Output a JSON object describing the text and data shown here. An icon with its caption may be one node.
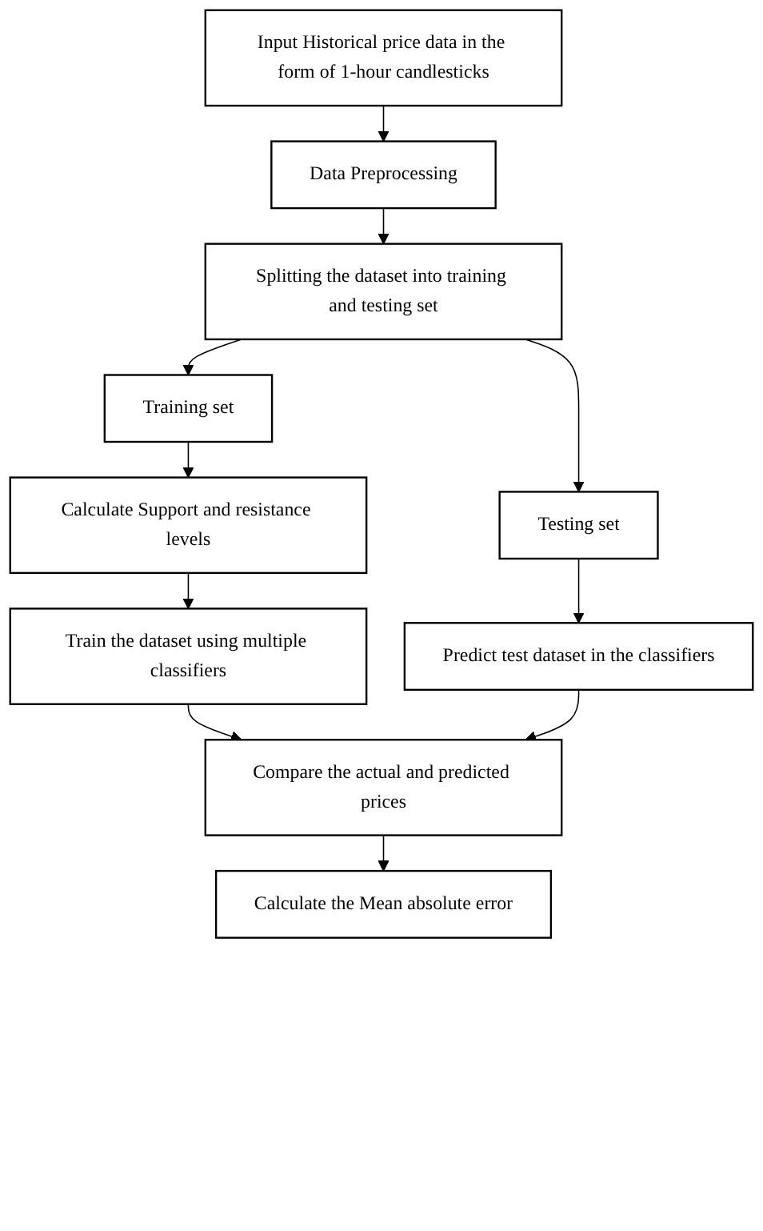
{
  "diagram": {
    "nodes": [
      {
        "text": [
          "Input Historical price data in the form of 1-hour candlesticks"
        ]
      },
      {
        "text": [
          "Data Preprocessing"
        ]
      },
      {
        "text": [
          "Splitting the dataset into training and testing set"
        ]
      },
      {
        "text": [
          "Training set"
        ]
      },
      {
        "text": [
          "Testing set"
        ]
      },
      {
        "text": [
          "Calculate Support and resistance levels"
        ]
      },
      {
        "text": [
          "Train the dataset using multiple classifiers"
        ]
      },
      {
        "text": [
          "Predict test dataset in the classifiers"
        ]
      },
      {
        "text": [
          "Compare the actual and predicted prices"
        ]
      },
      {
        "text": [
          "Calculate the Mean absolute error"
        ]
      }
    ],
    "edges": [
      {
        "from": 0,
        "to": 1,
        "arrow": "to"
      },
      {
        "from": 1,
        "to": 2,
        "arrow": "to"
      },
      {
        "from": 2,
        "to": 3,
        "arrow": "to"
      },
      {
        "from": 2,
        "to": 4,
        "arrow": "to"
      },
      {
        "from": 3,
        "to": 5,
        "arrow": "to"
      },
      {
        "from": 5,
        "to": 6,
        "arrow": "to"
      },
      {
        "from": 4,
        "to": 7,
        "arrow": "to"
      },
      {
        "from": 6,
        "to": 8,
        "arrow": "to"
      },
      {
        "from": 7,
        "to": 8,
        "arrow": "to"
      },
      {
        "from": 8,
        "to": 9,
        "arrow": "to"
      }
    ]
  }
}
